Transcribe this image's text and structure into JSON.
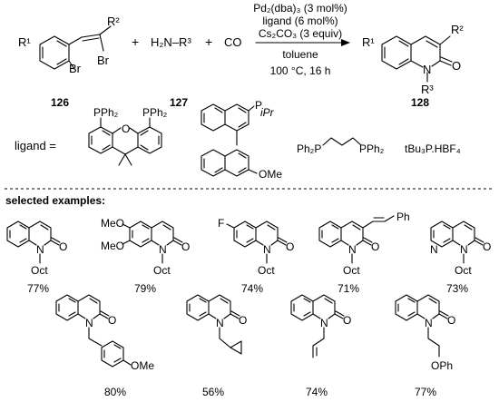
{
  "scheme": {
    "conditions": {
      "catalyst": "Pd₂(dba)₃ (3 mol%)",
      "ligand": "ligand (6 mol%)",
      "base": "Cs₂CO₃ (3 equiv)",
      "solvent": "toluene",
      "temperature_time": "100 °C, 16 h"
    },
    "reactants": {
      "substituent_R1": "R¹",
      "substituent_R2": "R²",
      "br_top": "Br",
      "br_bottom": "Br",
      "plus_1": "+",
      "amine": "H₂N–R³",
      "plus_2": "+",
      "co": "CO"
    },
    "product": {
      "r1": "R¹",
      "r2": "R²",
      "n": "N",
      "o": "O",
      "r3": "R³"
    },
    "compound_numbers": [
      "126",
      "127",
      "128"
    ]
  },
  "ligands": {
    "label": "ligand =",
    "xantphos_pph2_left": "PPh₂",
    "xantphos_pph2_right": "PPh₂",
    "xantphos_o": "O",
    "binaphthyl_p": "P",
    "binaphthyl_ipr": "iPr",
    "binaphthyl_ome": "OMe",
    "dppp_left": "Ph₂P",
    "dppp_right": "PPh₂",
    "phosphonium_salt": "tBu₃P.HBF₄"
  },
  "examples": {
    "heading": "selected examples:",
    "row1": [
      {
        "n": "N",
        "o": "O",
        "n_substituent": "Oct",
        "yield": "77%"
      },
      {
        "n": "N",
        "o": "O",
        "n_substituent": "Oct",
        "ring_sub_1": "MeO",
        "ring_sub_2": "MeO",
        "yield": "79%"
      },
      {
        "n": "N",
        "o": "O",
        "n_substituent": "Oct",
        "ring_sub": "F",
        "yield": "74%"
      },
      {
        "n": "N",
        "o": "O",
        "n_substituent": "Oct",
        "c3_sub": "Ph",
        "yield": "71%"
      },
      {
        "n": "N",
        "ring_n": "N",
        "o": "O",
        "n_substituent": "Oct",
        "yield": "73%"
      }
    ],
    "row2": [
      {
        "n": "N",
        "o": "O",
        "aryl_sub": "OMe",
        "yield": "80%"
      },
      {
        "n": "N",
        "o": "O",
        "yield": "56%"
      },
      {
        "n": "N",
        "o": "O",
        "yield": "74%"
      },
      {
        "n": "N",
        "o": "O",
        "tail": "OPh",
        "yield": "77%"
      }
    ]
  }
}
